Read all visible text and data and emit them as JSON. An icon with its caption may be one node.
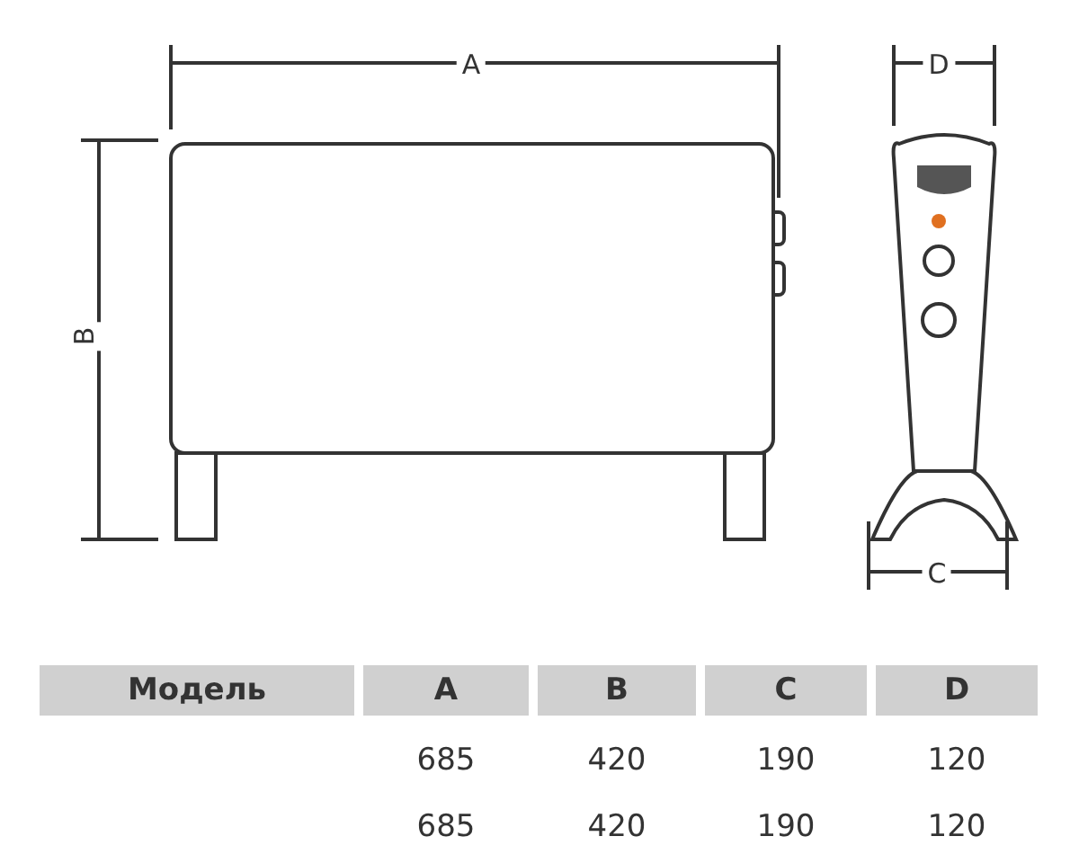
{
  "diagram": {
    "labels": [
      "A",
      "B",
      "D",
      "C",
      "Модель",
      "A",
      "B",
      "C",
      "D",
      "685",
      "420",
      "190",
      "120",
      "685",
      "420",
      "190",
      "120"
    ]
  }
}
